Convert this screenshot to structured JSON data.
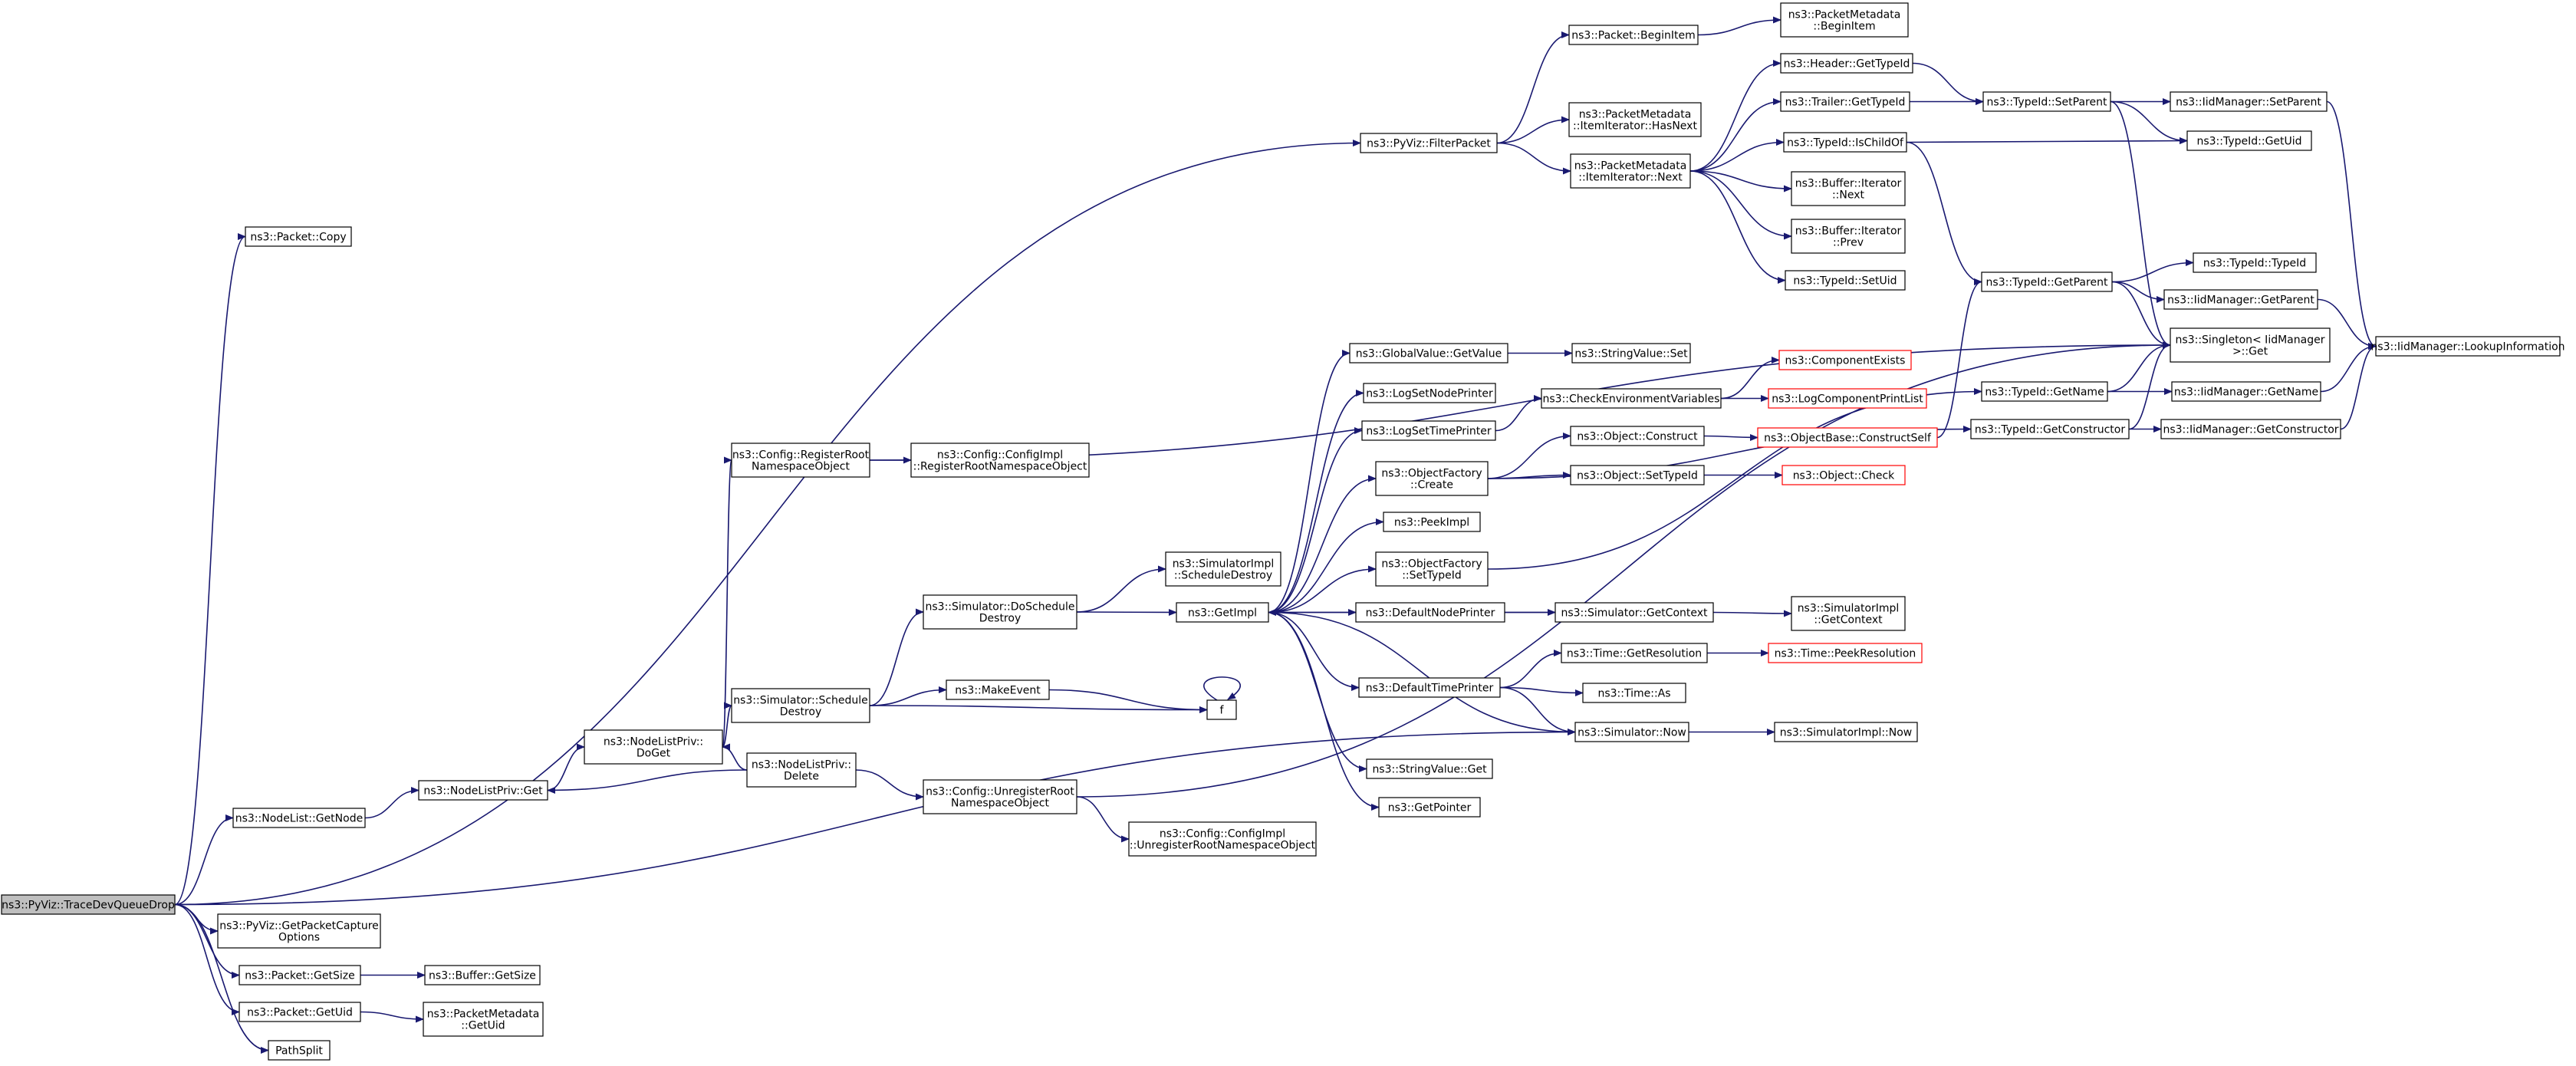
{
  "graph": {
    "root": "n_root",
    "colors": {
      "edge": "#191970",
      "node_border": "#000000",
      "node_fill": "#ffffff",
      "root_fill": "#bfbfbf",
      "truncated_border": "#ff0000"
    },
    "nodes": {
      "n_root": {
        "lines": [
          "ns3::PyViz::TraceDevQueueDrop"
        ],
        "style": "root"
      },
      "n_copy": {
        "lines": [
          "ns3::Packet::Copy"
        ]
      },
      "n_filter": {
        "lines": [
          "ns3::PyViz::FilterPacket"
        ]
      },
      "n_begin": {
        "lines": [
          "ns3::Packet::BeginItem"
        ]
      },
      "n_pm_begin": {
        "lines": [
          "ns3::PacketMetadata",
          "::BeginItem"
        ]
      },
      "n_hasnext": {
        "lines": [
          "ns3::PacketMetadata",
          "::ItemIterator::HasNext"
        ]
      },
      "n_next": {
        "lines": [
          "ns3::PacketMetadata",
          "::ItemIterator::Next"
        ]
      },
      "n_hdr_tid": {
        "lines": [
          "ns3::Header::GetTypeId"
        ]
      },
      "n_trl_tid": {
        "lines": [
          "ns3::Trailer::GetTypeId"
        ]
      },
      "n_ischild": {
        "lines": [
          "ns3::TypeId::IsChildOf"
        ]
      },
      "n_buf_next": {
        "lines": [
          "ns3::Buffer::Iterator",
          "::Next"
        ]
      },
      "n_buf_prev": {
        "lines": [
          "ns3::Buffer::Iterator",
          "::Prev"
        ]
      },
      "n_setuid": {
        "lines": [
          "ns3::TypeId::SetUid"
        ]
      },
      "n_setparent": {
        "lines": [
          "ns3::TypeId::SetParent"
        ]
      },
      "n_getparent": {
        "lines": [
          "ns3::TypeId::GetParent"
        ]
      },
      "n_getname": {
        "lines": [
          "ns3::TypeId::GetName"
        ]
      },
      "n_getctor": {
        "lines": [
          "ns3::TypeId::GetConstructor"
        ]
      },
      "n_iid_setparent": {
        "lines": [
          "ns3::IidManager::SetParent"
        ]
      },
      "n_getuid": {
        "lines": [
          "ns3::TypeId::GetUid"
        ]
      },
      "n_typeid": {
        "lines": [
          "ns3::TypeId::TypeId"
        ]
      },
      "n_iid_getparent": {
        "lines": [
          "ns3::IidManager::GetParent"
        ]
      },
      "n_singleton": {
        "lines": [
          "ns3::Singleton< IidManager",
          " >::Get"
        ]
      },
      "n_iid_getname": {
        "lines": [
          "ns3::IidManager::GetName"
        ]
      },
      "n_iid_getctor": {
        "lines": [
          "ns3::IidManager::GetConstructor"
        ]
      },
      "n_lookup": {
        "lines": [
          "ns3::IidManager::LookupInformation"
        ]
      },
      "n_reg_root": {
        "lines": [
          "ns3::Config::RegisterRoot",
          "NamespaceObject"
        ]
      },
      "n_impl_reg": {
        "lines": [
          "ns3::Config::ConfigImpl",
          "::RegisterRootNamespaceObject"
        ]
      },
      "n_gv_getvalue": {
        "lines": [
          "ns3::GlobalValue::GetValue"
        ]
      },
      "n_sv_set": {
        "lines": [
          "ns3::StringValue::Set"
        ]
      },
      "n_lognode": {
        "lines": [
          "ns3::LogSetNodePrinter"
        ]
      },
      "n_checkenv": {
        "lines": [
          "ns3::CheckEnvironmentVariables"
        ]
      },
      "n_compexists": {
        "lines": [
          "ns3::ComponentExists"
        ],
        "style": "truncated"
      },
      "n_logcomp": {
        "lines": [
          "ns3::LogComponentPrintList"
        ],
        "style": "truncated"
      },
      "n_logtime": {
        "lines": [
          "ns3::LogSetTimePrinter"
        ]
      },
      "n_obj_construct": {
        "lines": [
          "ns3::Object::Construct"
        ]
      },
      "n_constructself": {
        "lines": [
          "ns3::ObjectBase::ConstructSelf"
        ],
        "style": "truncated"
      },
      "n_of_create": {
        "lines": [
          "ns3::ObjectFactory",
          "::Create"
        ]
      },
      "n_obj_settid": {
        "lines": [
          "ns3::Object::SetTypeId"
        ]
      },
      "n_obj_check": {
        "lines": [
          "ns3::Object::Check"
        ],
        "style": "truncated"
      },
      "n_peekimpl": {
        "lines": [
          "ns3::PeekImpl"
        ]
      },
      "n_of_settid": {
        "lines": [
          "ns3::ObjectFactory",
          "::SetTypeId"
        ]
      },
      "n_simimpl_sd": {
        "lines": [
          "ns3::SimulatorImpl",
          "::ScheduleDestroy"
        ]
      },
      "n_do_sched": {
        "lines": [
          "ns3::Simulator::DoSchedule",
          "Destroy"
        ]
      },
      "n_getimpl": {
        "lines": [
          "ns3::GetImpl"
        ]
      },
      "n_defnode": {
        "lines": [
          "ns3::DefaultNodePrinter"
        ]
      },
      "n_getctx": {
        "lines": [
          "ns3::Simulator::GetContext"
        ]
      },
      "n_simimpl_ctx": {
        "lines": [
          "ns3::SimulatorImpl",
          "::GetContext"
        ]
      },
      "n_sched_destroy": {
        "lines": [
          "ns3::Simulator::Schedule",
          "Destroy"
        ]
      },
      "n_makeevent": {
        "lines": [
          "ns3::MakeEvent"
        ]
      },
      "n_f": {
        "lines": [
          "f"
        ]
      },
      "n_deftime": {
        "lines": [
          "ns3::DefaultTimePrinter"
        ]
      },
      "n_getres": {
        "lines": [
          "ns3::Time::GetResolution"
        ]
      },
      "n_peekres": {
        "lines": [
          "ns3::Time::PeekResolution"
        ],
        "style": "truncated"
      },
      "n_time_as": {
        "lines": [
          "ns3::Time::As"
        ]
      },
      "n_sim_now": {
        "lines": [
          "ns3::Simulator::Now"
        ]
      },
      "n_simimpl_now": {
        "lines": [
          "ns3::SimulatorImpl::Now"
        ]
      },
      "n_sv_get": {
        "lines": [
          "ns3::StringValue::Get"
        ]
      },
      "n_getpointer": {
        "lines": [
          "ns3::GetPointer"
        ]
      },
      "n_doget": {
        "lines": [
          "ns3::NodeListPriv::",
          "DoGet"
        ]
      },
      "n_nlp_delete": {
        "lines": [
          "ns3::NodeListPriv::",
          "Delete"
        ]
      },
      "n_nlp_get": {
        "lines": [
          "ns3::NodeListPriv::Get"
        ]
      },
      "n_unreg_root": {
        "lines": [
          "ns3::Config::UnregisterRoot",
          "NamespaceObject"
        ]
      },
      "n_impl_unreg": {
        "lines": [
          "ns3::Config::ConfigImpl",
          "::UnregisterRootNamespaceObject"
        ]
      },
      "n_nl_getnode": {
        "lines": [
          "ns3::NodeList::GetNode"
        ]
      },
      "n_capture": {
        "lines": [
          "ns3::PyViz::GetPacketCapture",
          "Options"
        ]
      },
      "n_getsize": {
        "lines": [
          "ns3::Packet::GetSize"
        ]
      },
      "n_buf_getsize": {
        "lines": [
          "ns3::Buffer::GetSize"
        ]
      },
      "n_pkt_getuid": {
        "lines": [
          "ns3::Packet::GetUid"
        ]
      },
      "n_pm_getuid": {
        "lines": [
          "ns3::PacketMetadata",
          "::GetUid"
        ]
      },
      "n_pathsplit": {
        "lines": [
          "PathSplit"
        ]
      }
    },
    "edges": [
      {
        "from": "n_root",
        "to": "n_copy"
      },
      {
        "from": "n_root",
        "to": "n_filter"
      },
      {
        "from": "n_root",
        "to": "n_nl_getnode"
      },
      {
        "from": "n_root",
        "to": "n_sim_now"
      },
      {
        "from": "n_root",
        "to": "n_capture"
      },
      {
        "from": "n_root",
        "to": "n_getsize"
      },
      {
        "from": "n_root",
        "to": "n_pkt_getuid"
      },
      {
        "from": "n_root",
        "to": "n_pathsplit"
      },
      {
        "from": "n_filter",
        "to": "n_begin"
      },
      {
        "from": "n_filter",
        "to": "n_hasnext"
      },
      {
        "from": "n_filter",
        "to": "n_next"
      },
      {
        "from": "n_begin",
        "to": "n_pm_begin"
      },
      {
        "from": "n_next",
        "to": "n_hdr_tid"
      },
      {
        "from": "n_next",
        "to": "n_trl_tid"
      },
      {
        "from": "n_next",
        "to": "n_ischild"
      },
      {
        "from": "n_next",
        "to": "n_buf_next"
      },
      {
        "from": "n_next",
        "to": "n_buf_prev"
      },
      {
        "from": "n_next",
        "to": "n_setuid"
      },
      {
        "from": "n_hdr_tid",
        "to": "n_setparent"
      },
      {
        "from": "n_trl_tid",
        "to": "n_setparent"
      },
      {
        "from": "n_ischild",
        "to": "n_getuid"
      },
      {
        "from": "n_ischild",
        "to": "n_getparent"
      },
      {
        "from": "n_setparent",
        "to": "n_iid_setparent"
      },
      {
        "from": "n_setparent",
        "to": "n_getuid"
      },
      {
        "from": "n_setparent",
        "to": "n_singleton"
      },
      {
        "from": "n_iid_setparent",
        "to": "n_lookup"
      },
      {
        "from": "n_getparent",
        "to": "n_typeid"
      },
      {
        "from": "n_getparent",
        "to": "n_iid_getparent"
      },
      {
        "from": "n_getparent",
        "to": "n_singleton"
      },
      {
        "from": "n_iid_getparent",
        "to": "n_lookup"
      },
      {
        "from": "n_getname",
        "to": "n_iid_getname"
      },
      {
        "from": "n_getname",
        "to": "n_singleton"
      },
      {
        "from": "n_iid_getname",
        "to": "n_lookup"
      },
      {
        "from": "n_getctor",
        "to": "n_iid_getctor"
      },
      {
        "from": "n_getctor",
        "to": "n_singleton"
      },
      {
        "from": "n_iid_getctor",
        "to": "n_lookup"
      },
      {
        "from": "n_nl_getnode",
        "to": "n_nlp_get"
      },
      {
        "from": "n_nlp_get",
        "to": "n_doget"
      },
      {
        "from": "n_nlp_delete",
        "to": "n_nlp_get"
      },
      {
        "from": "n_nlp_delete",
        "to": "n_doget"
      },
      {
        "from": "n_nlp_delete",
        "to": "n_unreg_root"
      },
      {
        "from": "n_doget",
        "to": "n_reg_root"
      },
      {
        "from": "n_doget",
        "to": "n_sched_destroy"
      },
      {
        "from": "n_reg_root",
        "to": "n_impl_reg"
      },
      {
        "from": "n_reg_root",
        "to": "n_singleton"
      },
      {
        "from": "n_unreg_root",
        "to": "n_impl_unreg"
      },
      {
        "from": "n_unreg_root",
        "to": "n_singleton"
      },
      {
        "from": "n_sched_destroy",
        "to": "n_do_sched"
      },
      {
        "from": "n_sched_destroy",
        "to": "n_makeevent"
      },
      {
        "from": "n_sched_destroy",
        "to": "n_f"
      },
      {
        "from": "n_makeevent",
        "to": "n_f"
      },
      {
        "from": "n_f",
        "to": "n_f"
      },
      {
        "from": "n_do_sched",
        "to": "n_simimpl_sd"
      },
      {
        "from": "n_do_sched",
        "to": "n_getimpl"
      },
      {
        "from": "n_getimpl",
        "to": "n_gv_getvalue"
      },
      {
        "from": "n_getimpl",
        "to": "n_lognode"
      },
      {
        "from": "n_getimpl",
        "to": "n_logtime"
      },
      {
        "from": "n_getimpl",
        "to": "n_of_create"
      },
      {
        "from": "n_getimpl",
        "to": "n_peekimpl"
      },
      {
        "from": "n_getimpl",
        "to": "n_of_settid"
      },
      {
        "from": "n_getimpl",
        "to": "n_defnode"
      },
      {
        "from": "n_getimpl",
        "to": "n_deftime"
      },
      {
        "from": "n_getimpl",
        "to": "n_sv_get"
      },
      {
        "from": "n_getimpl",
        "to": "n_getpointer"
      },
      {
        "from": "n_getctx",
        "to": "n_getimpl"
      },
      {
        "from": "n_sim_now",
        "to": "n_getimpl"
      },
      {
        "from": "n_gv_getvalue",
        "to": "n_sv_set"
      },
      {
        "from": "n_logtime",
        "to": "n_checkenv"
      },
      {
        "from": "n_checkenv",
        "to": "n_compexists"
      },
      {
        "from": "n_checkenv",
        "to": "n_logcomp"
      },
      {
        "from": "n_of_create",
        "to": "n_obj_construct"
      },
      {
        "from": "n_of_create",
        "to": "n_obj_settid"
      },
      {
        "from": "n_of_create",
        "to": "n_getctor"
      },
      {
        "from": "n_obj_construct",
        "to": "n_constructself"
      },
      {
        "from": "n_constructself",
        "to": "n_getparent"
      },
      {
        "from": "n_obj_settid",
        "to": "n_obj_check"
      },
      {
        "from": "n_of_settid",
        "to": "n_getname"
      },
      {
        "from": "n_defnode",
        "to": "n_getctx"
      },
      {
        "from": "n_getctx",
        "to": "n_simimpl_ctx"
      },
      {
        "from": "n_deftime",
        "to": "n_getres"
      },
      {
        "from": "n_deftime",
        "to": "n_time_as"
      },
      {
        "from": "n_deftime",
        "to": "n_sim_now"
      },
      {
        "from": "n_getres",
        "to": "n_peekres"
      },
      {
        "from": "n_sim_now",
        "to": "n_simimpl_now"
      },
      {
        "from": "n_getsize",
        "to": "n_buf_getsize"
      },
      {
        "from": "n_pkt_getuid",
        "to": "n_pm_getuid"
      }
    ]
  }
}
